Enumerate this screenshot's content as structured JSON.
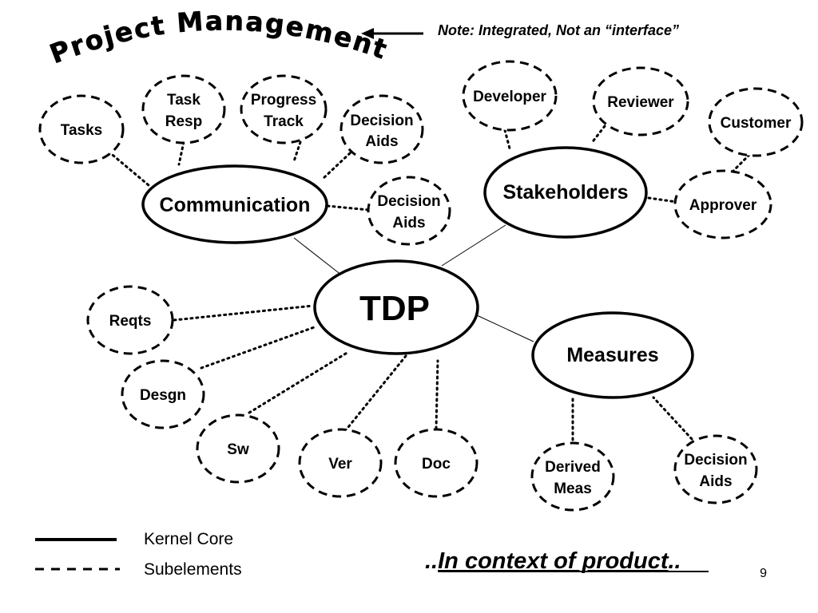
{
  "header": {
    "title": "Project Management",
    "note": "Note: Integrated, Not an “interface”"
  },
  "nodes": {
    "tdp": "TDP",
    "communication": "Communication",
    "stakeholders": "Stakeholders",
    "measures": "Measures",
    "tasks": "Tasks",
    "task_resp": [
      "Task",
      "Resp"
    ],
    "progress_track": [
      "Progress",
      "Track"
    ],
    "decision_aids_top": [
      "Decision",
      "Aids"
    ],
    "decision_aids_comm": [
      "Decision",
      "Aids"
    ],
    "developer": "Developer",
    "reviewer": "Reviewer",
    "customer": "Customer",
    "approver": "Approver",
    "reqts": "Reqts",
    "desgn": "Desgn",
    "sw": "Sw",
    "ver": "Ver",
    "doc": "Doc",
    "derived_meas": [
      "Derived",
      "Meas"
    ],
    "decision_aids_meas": [
      "Decision",
      "Aids"
    ]
  },
  "legend": {
    "kernel_core": "Kernel Core",
    "subelements": "Subelements"
  },
  "footer": {
    "context_prefix": "..",
    "context": "In context of product",
    "context_suffix": "..",
    "page_number": "9"
  }
}
